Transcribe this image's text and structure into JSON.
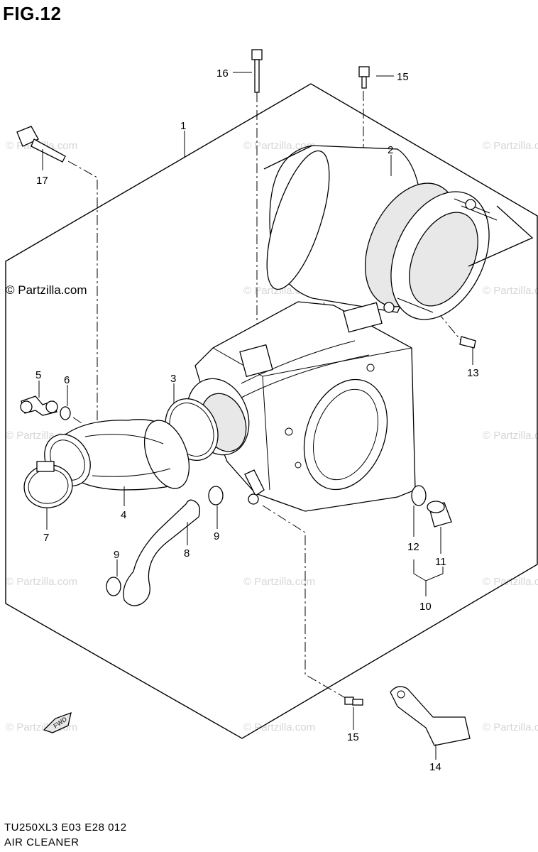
{
  "title": "FIG.12",
  "copyright": "© Partzilla.com",
  "watermark": "© Partzilla.com",
  "model_code": "TU250XL3  E03  E28  012",
  "section_title": "AIR CLEANER",
  "fwd_label": "FWD",
  "callouts": {
    "p1": "1",
    "p2": "2",
    "p3": "3",
    "p4": "4",
    "p5": "5",
    "p6": "6",
    "p7": "7",
    "p8": "8",
    "p9a": "9",
    "p9b": "9",
    "p10": "10",
    "p11": "11",
    "p12": "12",
    "p13": "13",
    "p14": "14",
    "p15a": "15",
    "p15b": "15",
    "p16": "16",
    "p17": "17"
  }
}
